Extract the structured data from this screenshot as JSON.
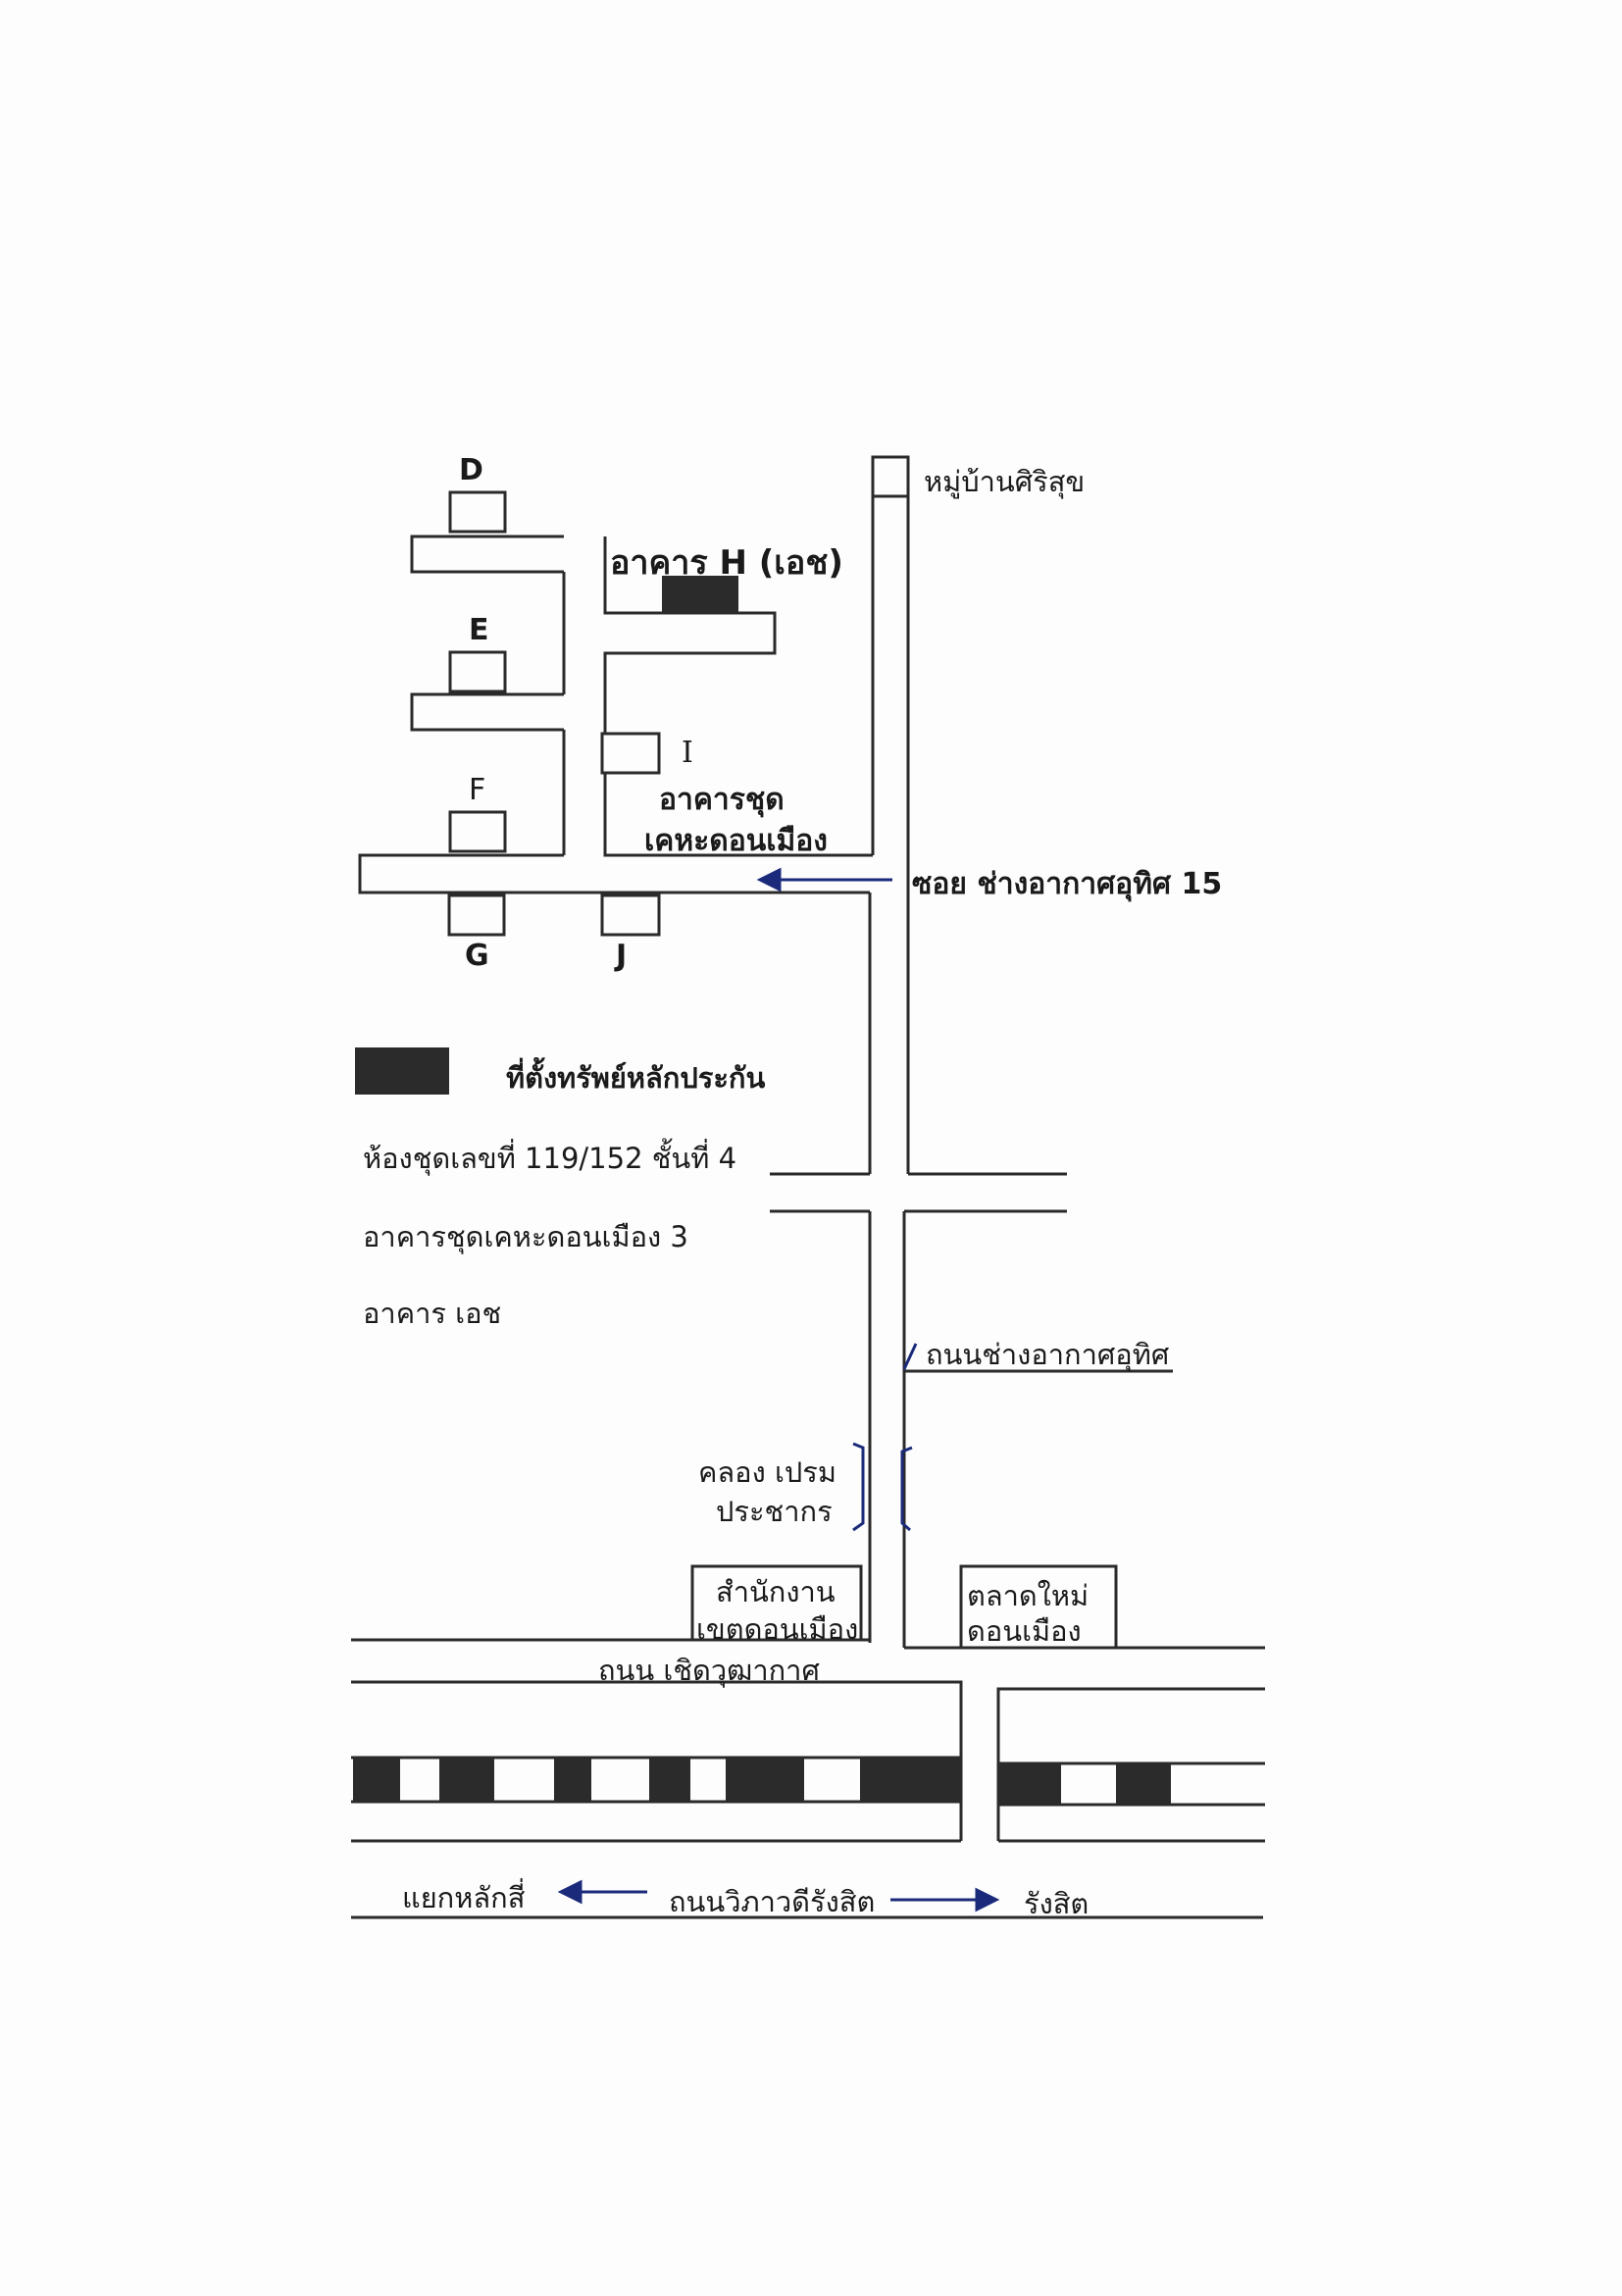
{
  "buildings": {
    "D": "D",
    "E": "E",
    "F": "F",
    "G": "G",
    "I": "I",
    "J": "J",
    "H_title": "อาคาร  H (เอช)",
    "condo_line1": "อาคารชุด",
    "condo_line2": "เคหะดอนเมือง"
  },
  "places": {
    "village": "หมู่บ้านศิริสุข",
    "soi": "ซอย ช่างอากาศอุทิศ 15",
    "road_changakas": "ถนนช่างอากาศอุทิศ",
    "canal_line1": "คลอง เปรม",
    "canal_line2": "ประชากร",
    "district_office_line1": "สำนักงาน",
    "district_office_line2": "เขตดอนเมือง",
    "market_line1": "ตลาดใหม่",
    "market_line2": "ดอนเมือง",
    "road_choetwutthakat": "ถนน เชิดวุฒากาศ",
    "lak_si": "แยกหลักสี่",
    "vibhavadi": "ถนนวิภาวดีรังสิต",
    "rangsit": "รังสิต"
  },
  "legend": {
    "collateral_label": "ที่ตั้งทรัพย์หลักประกัน",
    "unit_line": "ห้องชุดเลขที่  119/152 ชั้นที่ 4",
    "project_line": "อาคารชุดเคหะดอนเมือง  3",
    "building_line": "อาคาร เอช"
  },
  "colors": {
    "line": "#2a2a2a",
    "fill_dark": "#2b2b2b",
    "arrow": "#1b2a7a",
    "paper": "#fdfdfd"
  }
}
